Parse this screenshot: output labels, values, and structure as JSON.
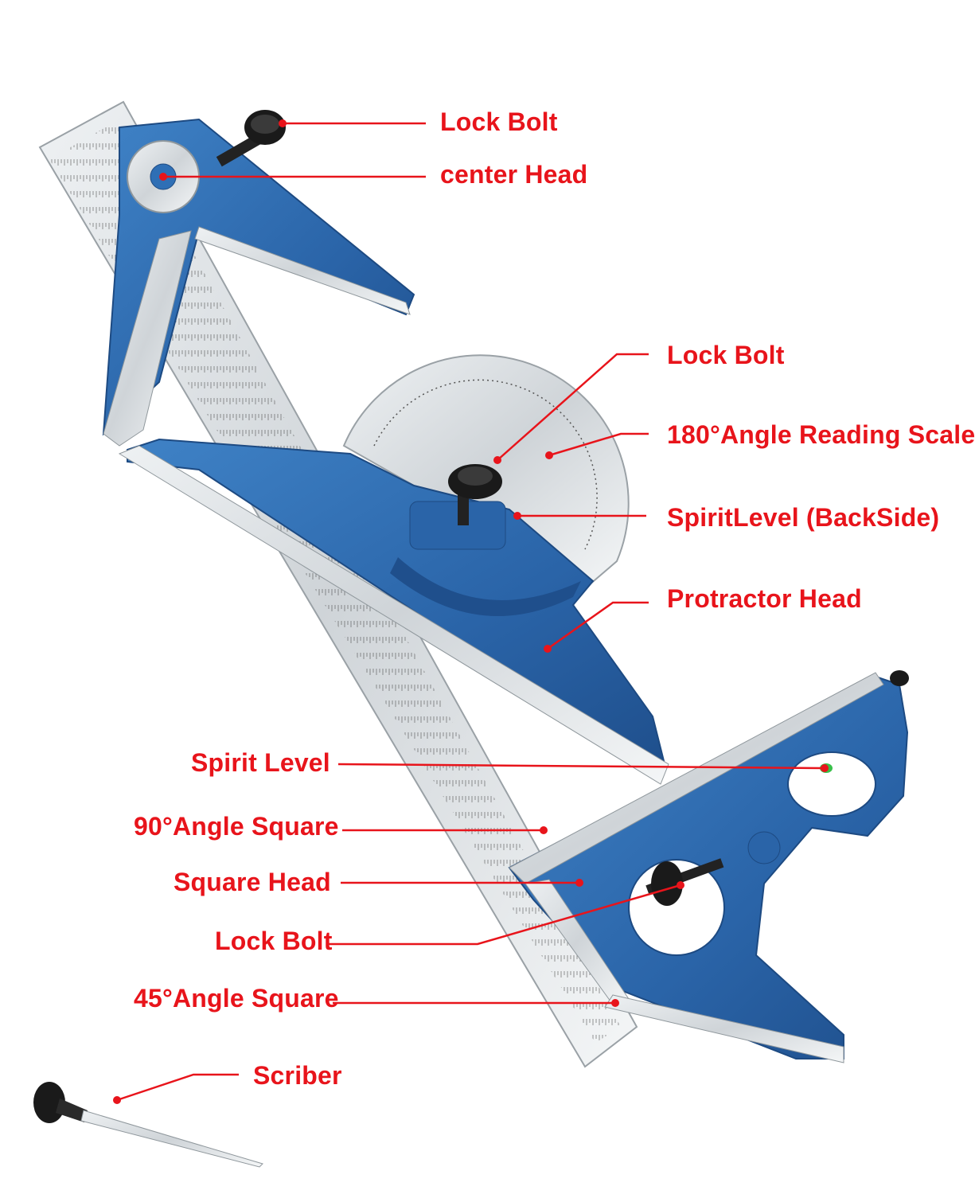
{
  "labels": {
    "lock_bolt_top": "Lock Bolt",
    "center_head": "center Head",
    "lock_bolt_protractor": "Lock Bolt",
    "angle_scale": "180°Angle Reading Scale",
    "spirit_level_backside": "SpiritLevel (BackSide)",
    "protractor_head": "Protractor Head",
    "spirit_level": "Spirit Level",
    "angle_90": "90°Angle Square",
    "square_head": "Square Head",
    "lock_bolt_square": "Lock Bolt",
    "angle_45": "45°Angle Square",
    "scriber": "Scriber"
  },
  "colors": {
    "label_red": "#e8141b",
    "cast_blue": "#2f6fb5",
    "steel": "#d9dde0"
  }
}
